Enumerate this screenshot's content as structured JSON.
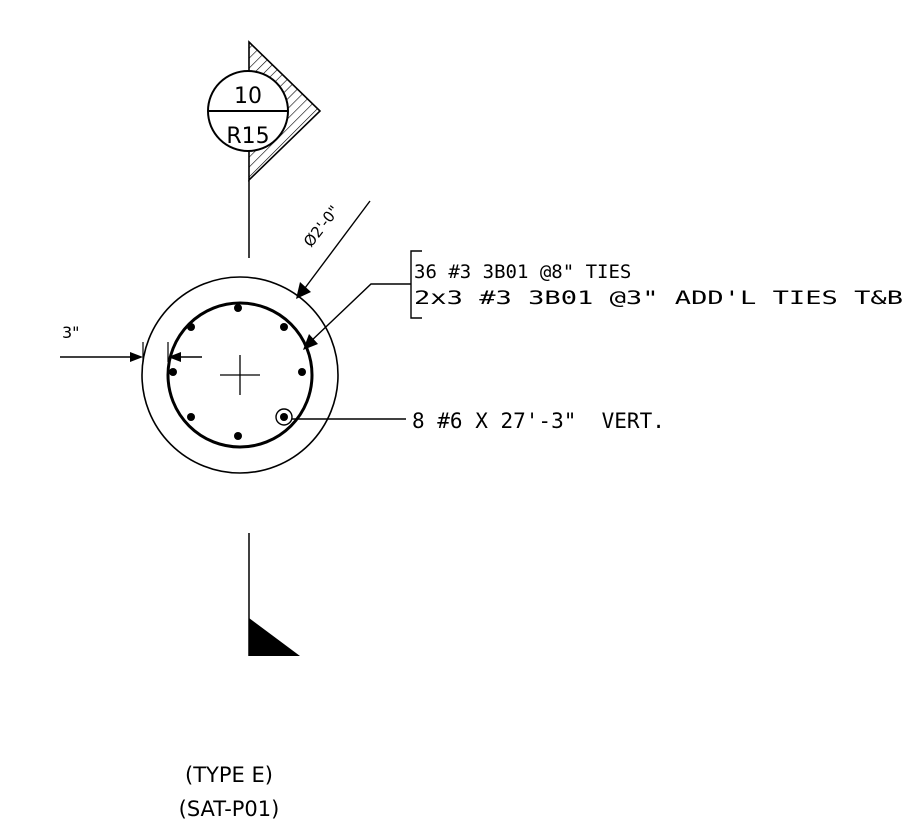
{
  "section_marker": {
    "top": "10",
    "bottom": "R15"
  },
  "dimensions": {
    "diameter": "Ø2'-0\"",
    "cover": "3\""
  },
  "notes": {
    "ties_line_1": "36 #3 3B01 @8\" TIES",
    "ties_line_2": "2x3 #3 3B01 @3\" ADD'L TIES T&B",
    "vertical_bars": "8 #6 X 27'-3\"  VERT."
  },
  "caption": {
    "type": "(TYPE E)",
    "ref": "(SAT-P01)"
  },
  "colors": {
    "line": "#000000",
    "background": "#ffffff"
  }
}
